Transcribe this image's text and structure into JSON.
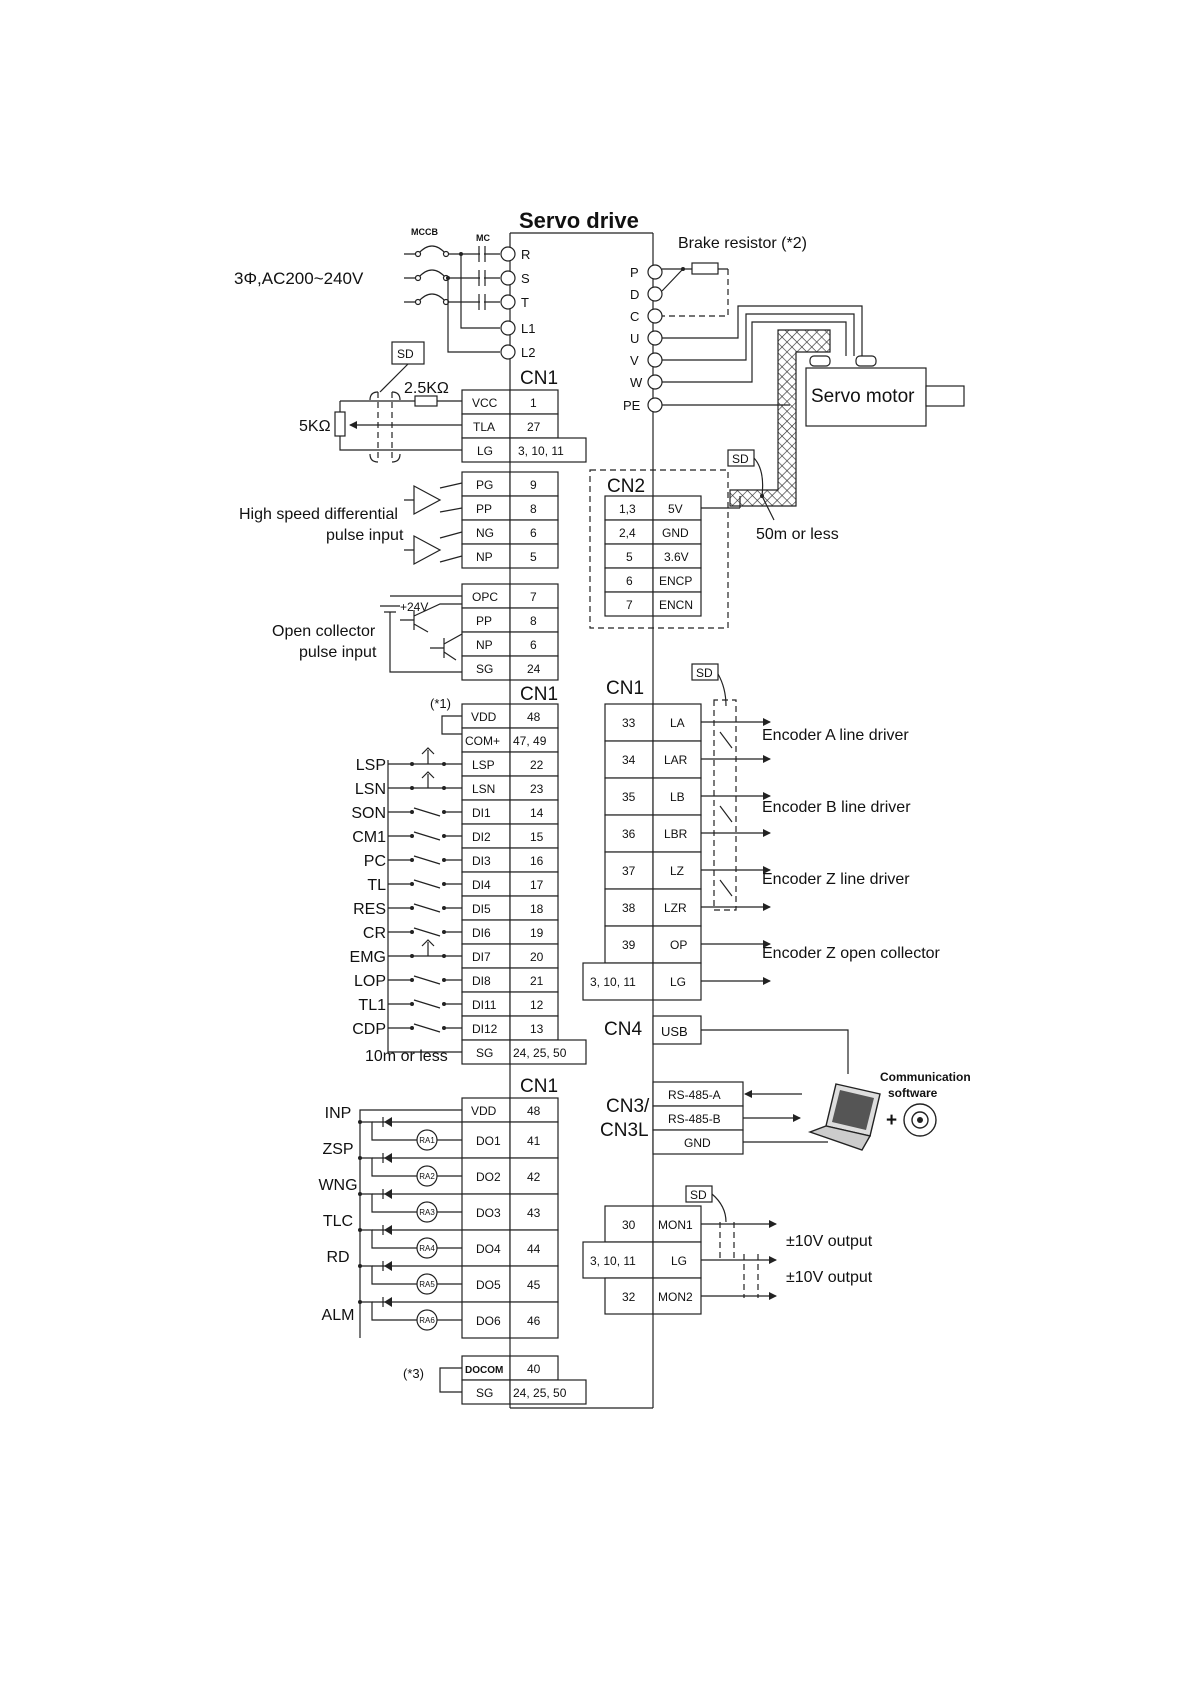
{
  "title": "Servo drive",
  "power": {
    "supply_label": "3Φ,AC200~240V",
    "mccb_label": "MCCB",
    "mc_label": "MC",
    "terminals": [
      "R",
      "S",
      "T",
      "L1",
      "L2"
    ]
  },
  "brake_resistor_label": "Brake resistor (*2)",
  "motor_terminals": [
    "P",
    "D",
    "C",
    "U",
    "V",
    "W",
    "PE"
  ],
  "motor_label": "Servo motor",
  "cable_length_motor": "50m or less",
  "sd_label": "SD",
  "analog": {
    "resistor_small": "2.5KΩ",
    "resistor_pot": "5KΩ"
  },
  "cn1_label": "CN1",
  "cn1_analog_rows": [
    {
      "sig": "VCC",
      "pin": "1"
    },
    {
      "sig": "TLA",
      "pin": "27"
    },
    {
      "sig": "LG",
      "pin": "3, 10, 11"
    }
  ],
  "diff_pulse": {
    "label_line1": "High speed differential",
    "label_line2": "pulse input",
    "rows": [
      {
        "sig": "PG",
        "pin": "9"
      },
      {
        "sig": "PP",
        "pin": "8"
      },
      {
        "sig": "NG",
        "pin": "6"
      },
      {
        "sig": "NP",
        "pin": "5"
      }
    ]
  },
  "oc_pulse": {
    "label_line1": "Open collector",
    "label_line2": "pulse input",
    "supply": "+24V",
    "rows": [
      {
        "sig": "OPC",
        "pin": "7"
      },
      {
        "sig": "PP",
        "pin": "8"
      },
      {
        "sig": "NP",
        "pin": "6"
      },
      {
        "sig": "SG",
        "pin": "24"
      }
    ]
  },
  "cn2": {
    "label": "CN2",
    "rows": [
      {
        "pin": "1,3",
        "sig": "5V"
      },
      {
        "pin": "2,4",
        "sig": "GND"
      },
      {
        "pin": "5",
        "sig": "3.6V"
      },
      {
        "pin": "6",
        "sig": "ENCP"
      },
      {
        "pin": "7",
        "sig": "ENCN"
      }
    ]
  },
  "inputs": {
    "note1": "(*1)",
    "supply_rows": [
      {
        "sig": "VDD",
        "pin": "48"
      },
      {
        "sig": "COM+",
        "pin": "47, 49"
      }
    ],
    "rows": [
      {
        "name": "LSP",
        "sig": "LSP",
        "pin": "22"
      },
      {
        "name": "LSN",
        "sig": "LSN",
        "pin": "23"
      },
      {
        "name": "SON",
        "sig": "DI1",
        "pin": "14"
      },
      {
        "name": "CM1",
        "sig": "DI2",
        "pin": "15"
      },
      {
        "name": "PC",
        "sig": "DI3",
        "pin": "16"
      },
      {
        "name": "TL",
        "sig": "DI4",
        "pin": "17"
      },
      {
        "name": "RES",
        "sig": "DI5",
        "pin": "18"
      },
      {
        "name": "CR",
        "sig": "DI6",
        "pin": "19"
      },
      {
        "name": "EMG",
        "sig": "DI7",
        "pin": "20"
      },
      {
        "name": "LOP",
        "sig": "DI8",
        "pin": "21"
      },
      {
        "name": "TL1",
        "sig": "DI11",
        "pin": "12"
      },
      {
        "name": "CDP",
        "sig": "DI12",
        "pin": "13"
      }
    ],
    "sg_row": {
      "sig": "SG",
      "pin": "24, 25, 50"
    },
    "cable_length": "10m or less"
  },
  "encoder_out": {
    "rows": [
      {
        "pin": "33",
        "sig": "LA"
      },
      {
        "pin": "34",
        "sig": "LAR"
      },
      {
        "pin": "35",
        "sig": "LB"
      },
      {
        "pin": "36",
        "sig": "LBR"
      },
      {
        "pin": "37",
        "sig": "LZ"
      },
      {
        "pin": "38",
        "sig": "LZR"
      },
      {
        "pin": "39",
        "sig": "OP"
      },
      {
        "pin": "3, 10, 11",
        "sig": "LG"
      }
    ],
    "labels": [
      "Encoder A line driver",
      "Encoder B line driver",
      "Encoder Z line driver",
      "Encoder Z open collector"
    ]
  },
  "cn4": {
    "label": "CN4",
    "sig": "USB"
  },
  "cn3": {
    "label_line1": "CN3/",
    "label_line2": "CN3L",
    "rows": [
      "RS-485-A",
      "RS-485-B",
      "GND"
    ],
    "comm_line1": "Communication",
    "comm_line2": "software",
    "plus": "+"
  },
  "outputs": {
    "supply_row": {
      "sig": "VDD",
      "pin": "48"
    },
    "rows": [
      {
        "name": "INP",
        "relay": "RA1",
        "sig": "DO1",
        "pin": "41"
      },
      {
        "name": "ZSP",
        "relay": "RA2",
        "sig": "DO2",
        "pin": "42"
      },
      {
        "name": "WNG",
        "relay": "RA3",
        "sig": "DO3",
        "pin": "43"
      },
      {
        "name": "TLC",
        "relay": "RA4",
        "sig": "DO4",
        "pin": "44"
      },
      {
        "name": "RD",
        "relay": "RA5",
        "sig": "DO5",
        "pin": "45"
      },
      {
        "name": "ALM",
        "relay": "RA6",
        "sig": "DO6",
        "pin": "46"
      }
    ],
    "docom_row": {
      "sig": "DOCOM",
      "pin": "40"
    },
    "sg_row": {
      "sig": "SG",
      "pin": "24, 25, 50"
    },
    "note3": "(*3)"
  },
  "monitor": {
    "rows": [
      {
        "pin": "30",
        "sig": "MON1"
      },
      {
        "pin": "3, 10, 11",
        "sig": "LG"
      },
      {
        "pin": "32",
        "sig": "MON2"
      }
    ],
    "labels": [
      "±10V output",
      "±10V output"
    ]
  }
}
